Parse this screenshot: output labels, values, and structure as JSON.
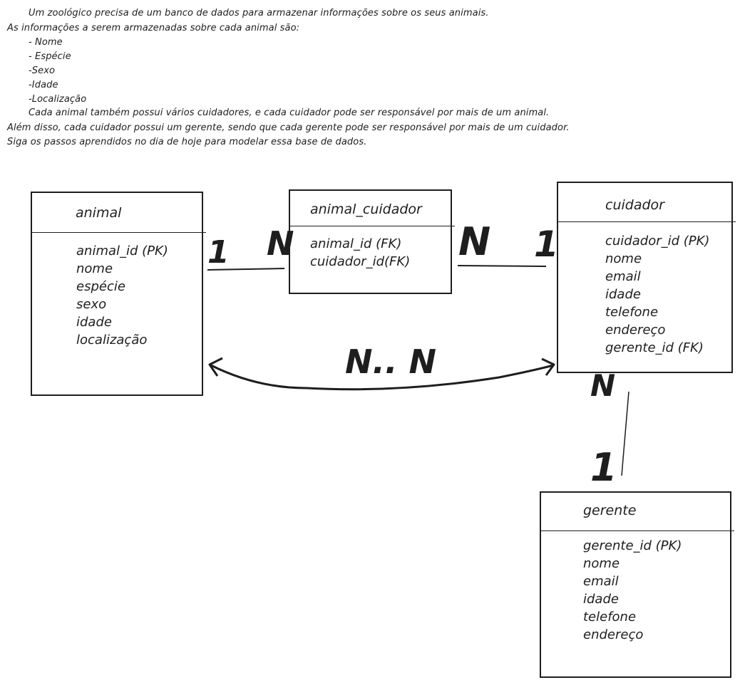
{
  "prompt": {
    "lines": [
      "Um zoológico precisa de um banco de dados para armazenar informações sobre os seus animais.",
      "As informações a serem armazenadas sobre cada animal são:",
      "- Nome",
      "- Espécie",
      "-Sexo",
      "-Idade",
      "-Localização",
      "Cada animal também possui vários cuidadores, e cada cuidador pode ser responsável por mais de um animal.",
      "Além disso, cada cuidador possui um gerente, sendo que cada gerente pode ser responsável por mais de um cuidador.",
      "Siga os passos aprendidos no dia de hoje para modelar essa base de dados."
    ]
  },
  "entities": {
    "animal": {
      "name": "animal",
      "attributes": [
        "animal_id (PK)",
        "nome",
        "espécie",
        "sexo",
        "idade",
        "localização"
      ]
    },
    "animal_cuidador": {
      "name": "animal_cuidador",
      "attributes": [
        "animal_id (FK)",
        "cuidador_id(FK)"
      ]
    },
    "cuidador": {
      "name": "cuidador",
      "attributes": [
        "cuidador_id (PK)",
        "nome",
        "email",
        "idade",
        "telefone",
        "endereço",
        "gerente_id (FK)"
      ]
    },
    "gerente": {
      "name": "gerente",
      "attributes": [
        "gerente_id (PK)",
        "nome",
        "email",
        "idade",
        "telefone",
        "endereço"
      ]
    }
  },
  "cardinalities": {
    "animal_side_1": "1",
    "junction_left_n": "N",
    "junction_right_n": "N",
    "cuidador_side_1": "1",
    "many_to_many": "N.. N",
    "cuidador_to_gerente_n": "N",
    "gerente_side_1": "1"
  },
  "colors": {
    "stroke": "#1e1e1e",
    "background": "#ffffff"
  }
}
